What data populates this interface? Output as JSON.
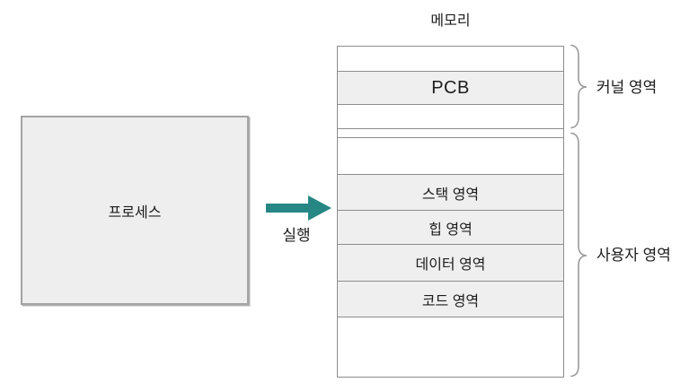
{
  "memory": {
    "title": "메모리",
    "rows": [
      {
        "label": ""
      },
      {
        "label": "PCB"
      },
      {
        "label": ""
      },
      {
        "label": ""
      },
      {
        "label": ""
      },
      {
        "label": "스택 영역"
      },
      {
        "label": "힙 영역"
      },
      {
        "label": "데이터 영역"
      },
      {
        "label": "코드 영역"
      },
      {
        "label": ""
      }
    ],
    "regions": [
      {
        "label": "커널 영역"
      },
      {
        "label": "사용자 영역"
      }
    ]
  },
  "process": {
    "label": "프로세스"
  },
  "arrow": {
    "label": "실행"
  },
  "colors": {
    "arrow_teal": "#278784",
    "row_fill": "#efefef",
    "border_gray": "#8d8d8d",
    "brace_gray": "#9b9b9b",
    "text": "#1c1c1c"
  }
}
